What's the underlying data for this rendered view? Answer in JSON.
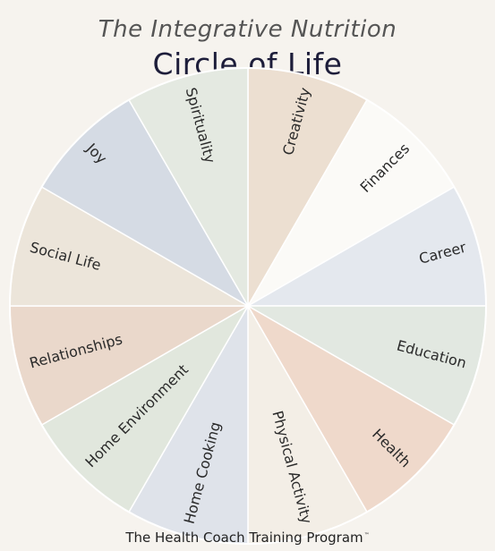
{
  "header": {
    "subtitle": "The Integrative Nutrition",
    "title": "Circle of Life"
  },
  "footer": {
    "text": "The Health Coach Training Program",
    "mark": "™"
  },
  "wheel": {
    "segments": [
      {
        "label": "Creativity",
        "color": "#ecdfd1"
      },
      {
        "label": "Finances",
        "color": "#fbfaf7"
      },
      {
        "label": "Career",
        "color": "#e4e8ee"
      },
      {
        "label": "Education",
        "color": "#e2e8e1"
      },
      {
        "label": "Health",
        "color": "#efd9cb"
      },
      {
        "label": "Physical Activity",
        "color": "#f3eee6"
      },
      {
        "label": "Home Cooking",
        "color": "#dfe3ea"
      },
      {
        "label": "Home Environment",
        "color": "#e1e7dd"
      },
      {
        "label": "Relationships",
        "color": "#ead8cb"
      },
      {
        "label": "Social Life",
        "color": "#ece5da"
      },
      {
        "label": "Joy",
        "color": "#d5dbe4"
      },
      {
        "label": "Spirituality",
        "color": "#e4e9e1"
      }
    ]
  }
}
